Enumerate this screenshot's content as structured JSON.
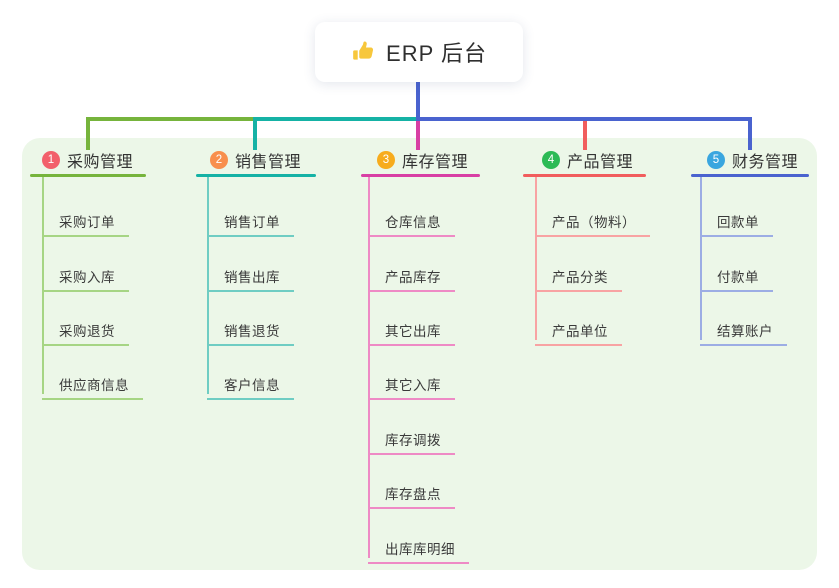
{
  "root": {
    "title": "ERP 后台",
    "icon": "thumbs-up-icon",
    "icon_color": "#f7c73c"
  },
  "colors": {
    "panel_background": "#ecf7e8",
    "stem": "#4a63cf",
    "branch_lines": [
      "#76b43c",
      "#15b2a5",
      "#d83fa4",
      "#f15d5d",
      "#4a63cf"
    ],
    "child_lines": [
      "#a6d584",
      "#6fcdc3",
      "#ee8ac5",
      "#f8a3a3",
      "#9cade4"
    ],
    "badges": [
      "#f2606b",
      "#f88f4d",
      "#f7ac1d",
      "#2cba55",
      "#3aa6df"
    ]
  },
  "branches": [
    {
      "index": "1",
      "title": "采购管理",
      "children": [
        "采购订单",
        "采购入库",
        "采购退货",
        "供应商信息"
      ]
    },
    {
      "index": "2",
      "title": "销售管理",
      "children": [
        "销售订单",
        "销售出库",
        "销售退货",
        "客户信息"
      ]
    },
    {
      "index": "3",
      "title": "库存管理",
      "children": [
        "仓库信息",
        "产品库存",
        "其它出库",
        "其它入库",
        "库存调拨",
        "库存盘点",
        "出库库明细"
      ]
    },
    {
      "index": "4",
      "title": "产品管理",
      "children": [
        "产品（物料）",
        "产品分类",
        "产品单位"
      ]
    },
    {
      "index": "5",
      "title": "财务管理",
      "children": [
        "回款单",
        "付款单",
        "结算账户"
      ]
    }
  ]
}
